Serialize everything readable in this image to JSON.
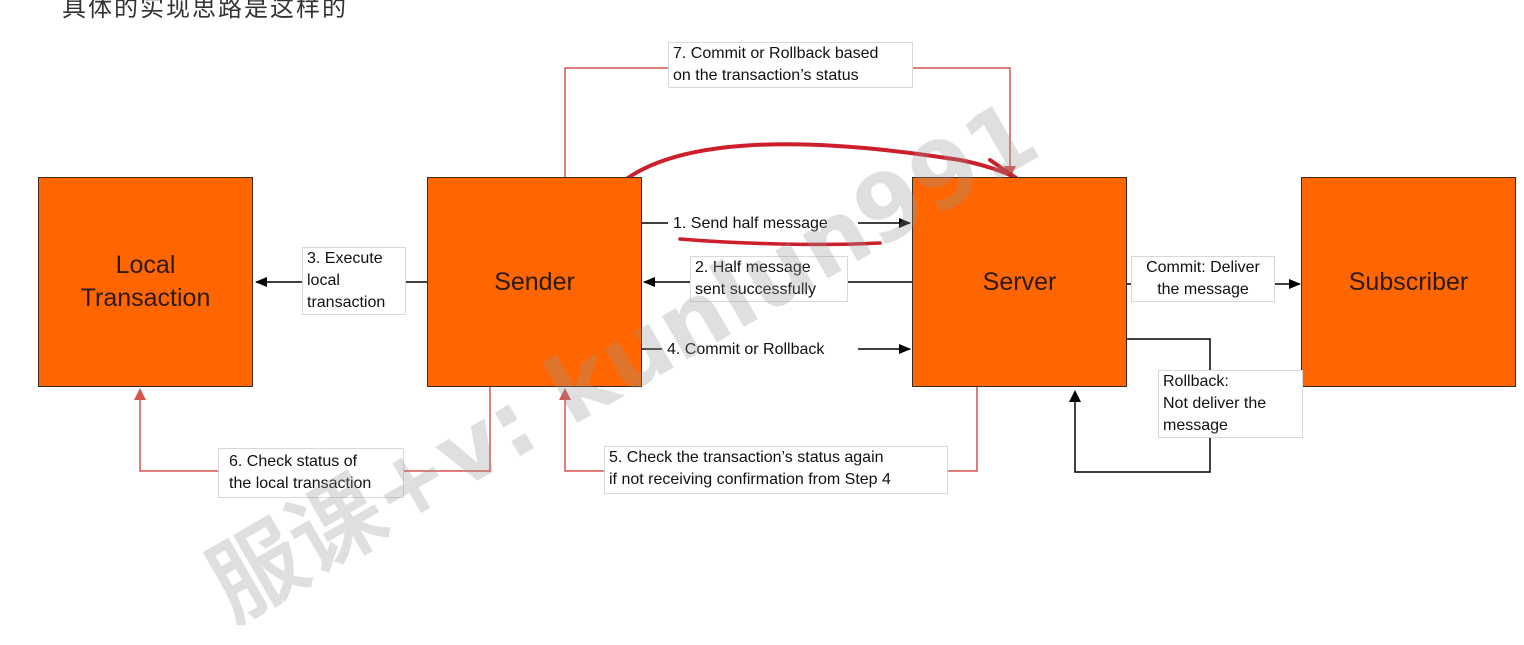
{
  "header_text": "具体的实现思路是这样的",
  "watermark_text": "服课+v: kunlun991",
  "boxes": {
    "local_transaction": "Local\nTransaction",
    "sender": "Sender",
    "server": "Server",
    "subscriber": "Subscriber"
  },
  "labels": {
    "step1": "1. Send half message",
    "step2": "2. Half message\nsent successfully",
    "step3": "3. Execute\nlocal\ntransaction",
    "step4": "4. Commit or Rollback",
    "step5": "5. Check the transaction’s status again\nif not receiving confirmation from Step 4",
    "step6": "6. Check status of\nthe local transaction",
    "step7": "7. Commit or Rollback based\non the transaction’s status",
    "commit": "Commit: Deliver\nthe message",
    "rollback": "Rollback:\nNot deliver the\nmessage"
  },
  "colors": {
    "box_fill": "#ff6600",
    "loop_line": "#d9534f",
    "annotation": "#cc1f2b",
    "arrow": "#000000"
  }
}
